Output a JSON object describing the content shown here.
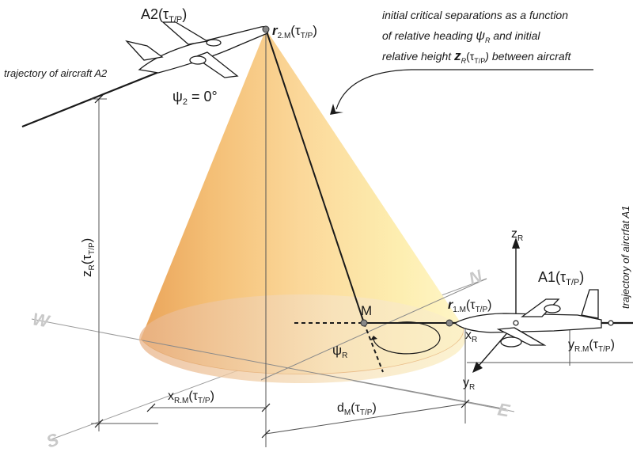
{
  "note": {
    "line1": "initial critical separations as a function",
    "line2_pre": "of relative heading ",
    "line2_sym": "ψ",
    "line2_sub": "R",
    "line2_post": " and initial",
    "line3_pre": "relative height ",
    "line3_sym": "z",
    "line3_sub": "R",
    "line3_arg": "(τ",
    "line3_argsub": "T/P",
    "line3_post": ") between aircraft"
  },
  "aircraft_a2": {
    "name": "A2",
    "arg": "(τ",
    "argsub": "T/P",
    "close": ")",
    "trajectory": "trajectory of aircraft A2",
    "psi": "ψ",
    "psi_sub": "2",
    "psi_value": " = 0°"
  },
  "aircraft_a1": {
    "name": "A1",
    "arg": "(τ",
    "argsub": "T/P",
    "close": ")",
    "trajectory": "trajectory of aircrfat A1"
  },
  "points": {
    "r2_sym": "r",
    "r2_sub": "2.M",
    "r2_arg": "(τ",
    "r2_argsub": "T/P",
    "r2_close": ")",
    "r1_sym": "r",
    "r1_sub": "1.M",
    "r1_arg": "(τ",
    "r1_argsub": "T/P",
    "r1_close": ")",
    "m": "M",
    "psi_r": "ψ",
    "psi_r_sub": "R"
  },
  "dimensions": {
    "zr_sym": "z",
    "zr_sub": "R",
    "zr_arg": "(τ",
    "zr_argsub": "T/P",
    "zr_close": ")",
    "xrm_sym": "x",
    "xrm_sub": "R.M",
    "xrm_arg": "(τ",
    "xrm_argsub": "T/P",
    "xrm_close": ")",
    "dm_sym": "d",
    "dm_sub": "M",
    "dm_arg": "(τ",
    "dm_argsub": "T/P",
    "dm_close": ")",
    "yrm_sym": "y",
    "yrm_sub": "R.M",
    "yrm_arg": "(τ",
    "yrm_argsub": "T/P",
    "yrm_close": ")"
  },
  "axes": {
    "zr": "z",
    "zr_sub": "R",
    "xr": "x",
    "xr_sub": "R",
    "yr": "y",
    "yr_sub": "R"
  },
  "compass": {
    "north": "N",
    "east": "E",
    "south": "S",
    "west": "W"
  },
  "colors": {
    "cone_dark": "#e39a4c",
    "cone_light": "#fff4b8",
    "line": "#1a1a1a",
    "compass": "#c9c9c9"
  }
}
